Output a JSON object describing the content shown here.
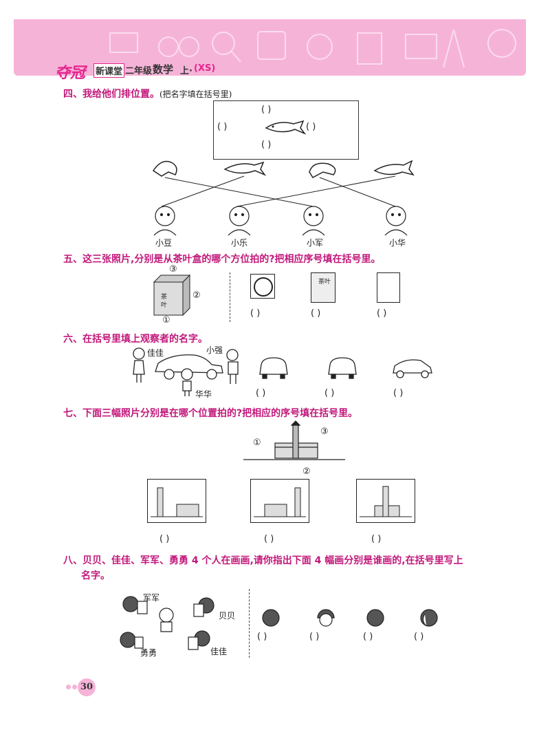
{
  "header": {
    "brand": "夺冠",
    "series": "新课堂",
    "grade": "二年级",
    "subject": "数学",
    "volume": "上·",
    "edition": "(XS)"
  },
  "q4": {
    "title": "四、我给他们排位置。",
    "note": "(把名字填在括号里)",
    "paren": "(        )",
    "children": [
      "小豆",
      "小乐",
      "小军",
      "小华"
    ]
  },
  "q5": {
    "title": "五、这三张照片,分别是从茶叶盒的哪个方位拍的?把相应序号填在括号里。",
    "box_text": "茶叶",
    "markers": [
      "③",
      "②",
      "①"
    ],
    "answers": [
      "(    )",
      "(    )",
      "(    )"
    ]
  },
  "q6": {
    "title": "六、在括号里填上观察者的名字。",
    "observers": [
      "佳佳",
      "小强",
      "华华"
    ],
    "answers": [
      "(      )",
      "(      )",
      "(      )"
    ]
  },
  "q7": {
    "title": "七、下面三幅照片分别是在哪个位置拍的?把相应的序号填在括号里。",
    "markers": [
      "①",
      "③",
      "②"
    ],
    "answers": [
      "(      )",
      "(      )",
      "(      )"
    ]
  },
  "q8": {
    "title_line1": "八、贝贝、佳佳、军军、勇勇 4 个人在画画,请你指出下面 4 幅画分别是谁画的,在括号里写上",
    "title_line2": "名字。",
    "painters": [
      "军军",
      "贝贝",
      "勇勇",
      "佳佳"
    ],
    "answers": [
      "(        )",
      "(        )",
      "(        )",
      "(        )"
    ]
  },
  "page_number": "30"
}
